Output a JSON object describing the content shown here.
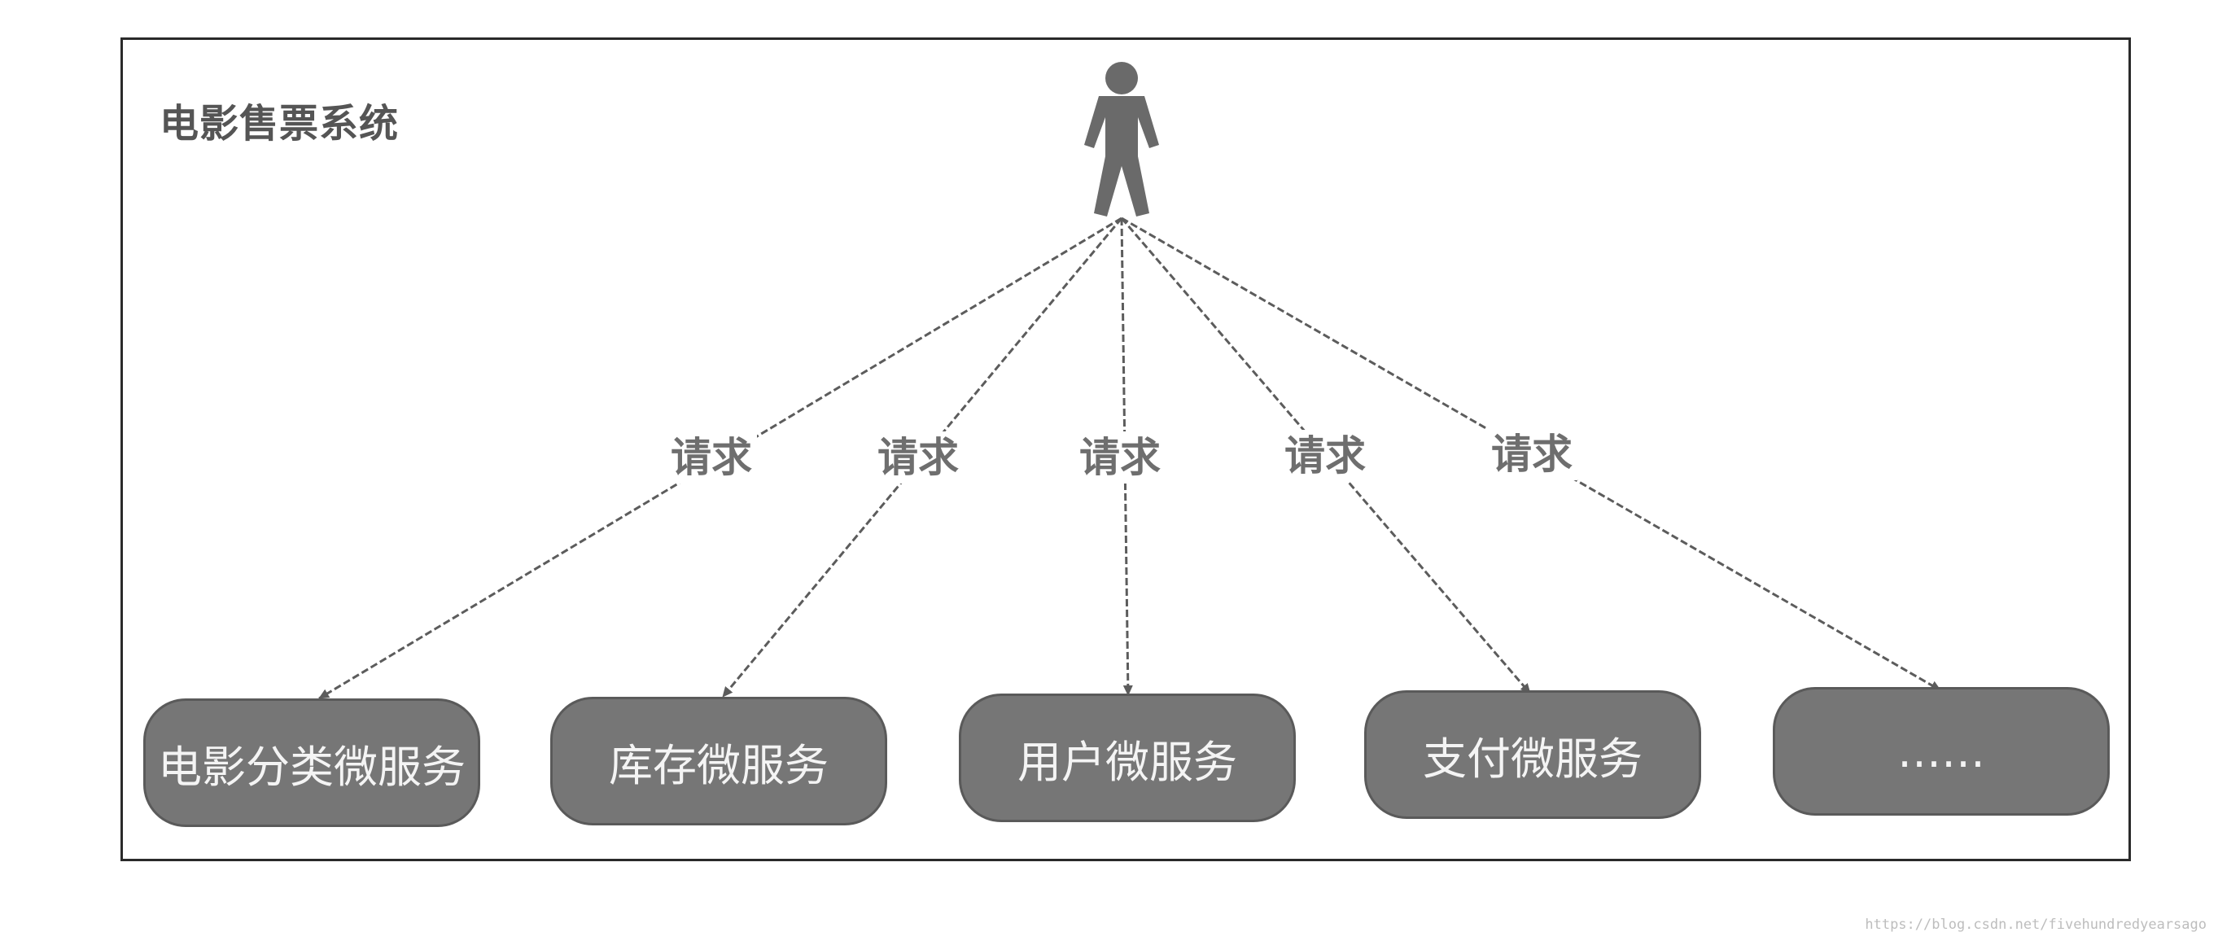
{
  "diagram": {
    "title": "电影售票系统",
    "actor_icon": "person-icon",
    "edge_label": "请求",
    "services": [
      {
        "label": "电影分类微服务"
      },
      {
        "label": "库存微服务"
      },
      {
        "label": "用户微服务"
      },
      {
        "label": "支付微服务"
      },
      {
        "label": "……"
      }
    ],
    "colors": {
      "box_fill": "#767676",
      "box_text": "#f4f4f4",
      "line": "#5c5c5c",
      "actor": "#6a6a6a",
      "label": "#6e6e6e"
    }
  },
  "watermark": "https://blog.csdn.net/fivehundredyearsago"
}
